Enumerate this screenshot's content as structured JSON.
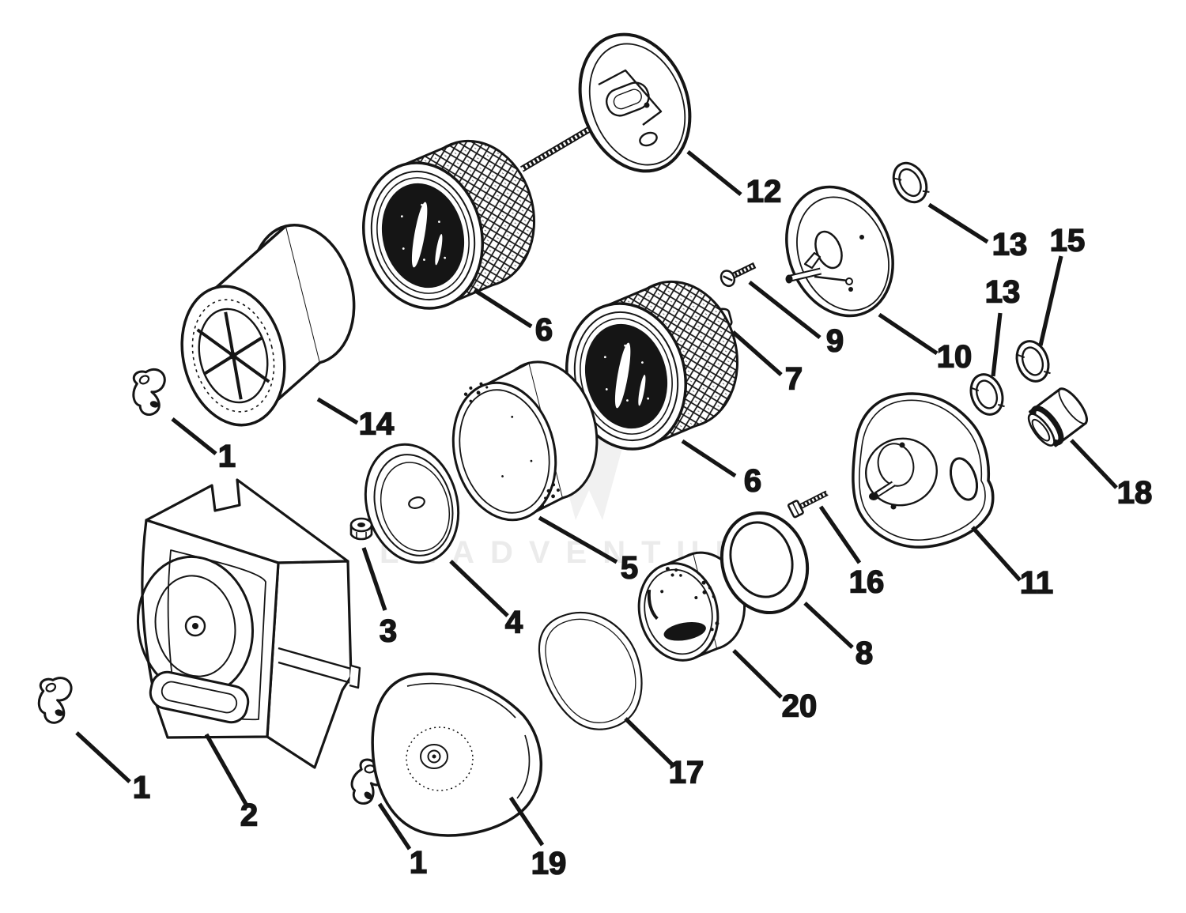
{
  "page": {
    "background": "#ffffff",
    "line_color": "#151515"
  },
  "watermark": {
    "text": "LEADVENTURE",
    "color": "#ebebeb",
    "logo_color": "#f1f1f1"
  },
  "callouts": [
    {
      "ref": "cover-plate-and-stud",
      "text": "12"
    },
    {
      "ref": "retainer-ring-upper",
      "text": "13"
    },
    {
      "ref": "seal-ring",
      "text": "15"
    },
    {
      "ref": "retainer-ring-lower",
      "text": "13"
    },
    {
      "ref": "screw",
      "text": "9"
    },
    {
      "ref": "plate-assembly",
      "text": "10"
    },
    {
      "ref": "spacer-nut",
      "text": "7"
    },
    {
      "ref": "filter-element-upper",
      "text": "6"
    },
    {
      "ref": "air-cleaner-element",
      "text": "14"
    },
    {
      "ref": "clip-upper",
      "text": "1"
    },
    {
      "ref": "filter-element-lower",
      "text": "6"
    },
    {
      "ref": "bushing",
      "text": "18"
    },
    {
      "ref": "element-shell",
      "text": "5"
    },
    {
      "ref": "hex-bolt",
      "text": "16"
    },
    {
      "ref": "base-plate",
      "text": "11"
    },
    {
      "ref": "hex-nut",
      "text": "3"
    },
    {
      "ref": "cover-disc",
      "text": "4"
    },
    {
      "ref": "gasket-ring",
      "text": "8"
    },
    {
      "ref": "screen-element",
      "text": "20"
    },
    {
      "ref": "housing",
      "text": "2"
    },
    {
      "ref": "clip-left",
      "text": "1"
    },
    {
      "ref": "gasket",
      "text": "17"
    },
    {
      "ref": "clip-lower",
      "text": "1"
    },
    {
      "ref": "cover",
      "text": "19"
    }
  ]
}
